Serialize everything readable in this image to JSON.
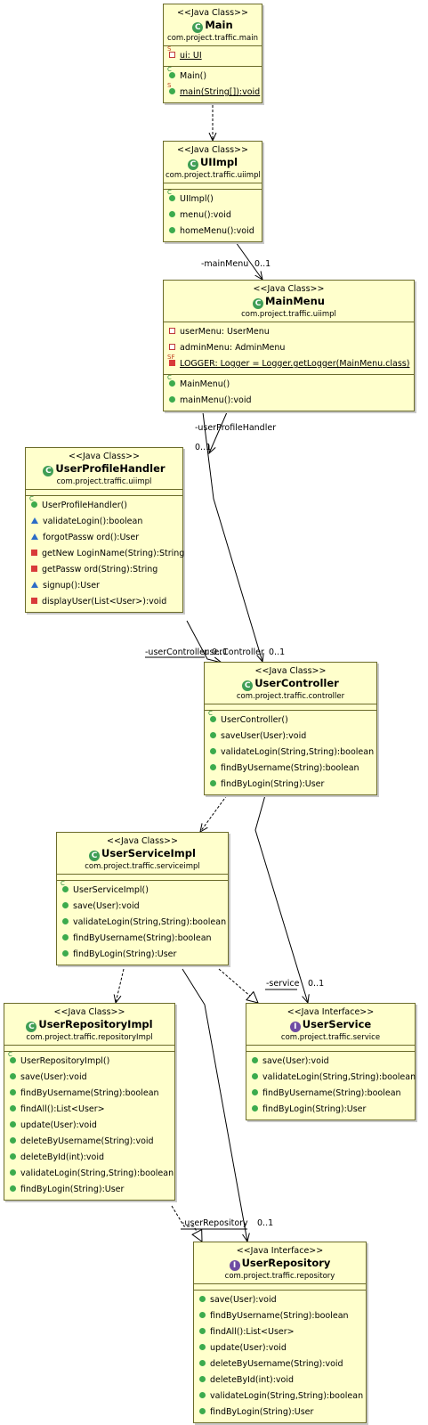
{
  "classes": {
    "main": {
      "stereotype": "<<Java Class>>",
      "name": "Main",
      "package": "com.project.traffic.main",
      "attributes": [
        {
          "text": "ui: UI",
          "vis": "private",
          "static": true
        }
      ],
      "methods": [
        {
          "text": "Main()",
          "vis": "public",
          "ctor": true
        },
        {
          "text": "main(String[]):void",
          "vis": "public",
          "static": true
        }
      ]
    },
    "uiimpl": {
      "stereotype": "<<Java Class>>",
      "name": "UIImpl",
      "package": "com.project.traffic.uiimpl",
      "methods": [
        {
          "text": "UIImpl()",
          "vis": "public",
          "ctor": true
        },
        {
          "text": "menu():void",
          "vis": "public"
        },
        {
          "text": "homeMenu():void",
          "vis": "public"
        }
      ]
    },
    "mainmenu": {
      "stereotype": "<<Java Class>>",
      "name": "MainMenu",
      "package": "com.project.traffic.uiimpl",
      "attributes": [
        {
          "text": "userMenu: UserMenu",
          "vis": "private"
        },
        {
          "text": "adminMenu: AdminMenu",
          "vis": "private"
        },
        {
          "text": "LOGGER: Logger = Logger.getLogger(MainMenu.class)",
          "vis": "private",
          "static": true,
          "final": true
        }
      ],
      "methods": [
        {
          "text": "MainMenu()",
          "vis": "public",
          "ctor": true
        },
        {
          "text": "mainMenu():void",
          "vis": "public"
        }
      ]
    },
    "userprofilehandler": {
      "stereotype": "<<Java Class>>",
      "name": "UserProfileHandler",
      "package": "com.project.traffic.uiimpl",
      "methods": [
        {
          "text": "UserProfileHandler()",
          "vis": "public",
          "ctor": true
        },
        {
          "text": "validateLogin():boolean",
          "vis": "protected"
        },
        {
          "text": "forgotPassw ord():User",
          "vis": "protected"
        },
        {
          "text": "getNew LoginName(String):String",
          "vis": "private"
        },
        {
          "text": "getPassw ord(String):String",
          "vis": "private"
        },
        {
          "text": "signup():User",
          "vis": "protected"
        },
        {
          "text": "displayUser(List<User>):void",
          "vis": "private"
        }
      ]
    },
    "usercontroller": {
      "stereotype": "<<Java Class>>",
      "name": "UserController",
      "package": "com.project.traffic.controller",
      "methods": [
        {
          "text": "UserController()",
          "vis": "public",
          "ctor": true
        },
        {
          "text": "saveUser(User):void",
          "vis": "public"
        },
        {
          "text": "validateLogin(String,String):boolean",
          "vis": "public"
        },
        {
          "text": "findByUsername(String):boolean",
          "vis": "public"
        },
        {
          "text": "findByLogin(String):User",
          "vis": "public"
        }
      ]
    },
    "userserviceimpl": {
      "stereotype": "<<Java Class>>",
      "name": "UserServiceImpl",
      "package": "com.project.traffic.serviceimpl",
      "methods": [
        {
          "text": "UserServiceImpl()",
          "vis": "public",
          "ctor": true
        },
        {
          "text": "save(User):void",
          "vis": "public"
        },
        {
          "text": "validateLogin(String,String):boolean",
          "vis": "public"
        },
        {
          "text": "findByUsername(String):boolean",
          "vis": "public"
        },
        {
          "text": "findByLogin(String):User",
          "vis": "public"
        }
      ]
    },
    "userrepositoryimpl": {
      "stereotype": "<<Java Class>>",
      "name": "UserRepositoryImpl",
      "package": "com.project.traffic.repositoryImpl",
      "methods": [
        {
          "text": "UserRepositoryImpl()",
          "vis": "public",
          "ctor": true
        },
        {
          "text": "save(User):void",
          "vis": "public"
        },
        {
          "text": "findByUsername(String):boolean",
          "vis": "public"
        },
        {
          "text": "findAll():List<User>",
          "vis": "public"
        },
        {
          "text": "update(User):void",
          "vis": "public"
        },
        {
          "text": "deleteByUsername(String):void",
          "vis": "public"
        },
        {
          "text": "deleteById(int):void",
          "vis": "public"
        },
        {
          "text": "validateLogin(String,String):boolean",
          "vis": "public"
        },
        {
          "text": "findByLogin(String):User",
          "vis": "public"
        }
      ]
    },
    "userservice": {
      "stereotype": "<<Java Interface>>",
      "name": "UserService",
      "package": "com.project.traffic.service",
      "interface": true,
      "methods": [
        {
          "text": "save(User):void",
          "vis": "public"
        },
        {
          "text": "validateLogin(String,String):boolean",
          "vis": "public"
        },
        {
          "text": "findByUsername(String):boolean",
          "vis": "public"
        },
        {
          "text": "findByLogin(String):User",
          "vis": "public"
        }
      ]
    },
    "userrepository": {
      "stereotype": "<<Java Interface>>",
      "name": "UserRepository",
      "package": "com.project.traffic.repository",
      "interface": true,
      "methods": [
        {
          "text": "save(User):void",
          "vis": "public"
        },
        {
          "text": "findByUsername(String):boolean",
          "vis": "public"
        },
        {
          "text": "findAll():List<User>",
          "vis": "public"
        },
        {
          "text": "update(User):void",
          "vis": "public"
        },
        {
          "text": "deleteByUsername(String):void",
          "vis": "public"
        },
        {
          "text": "deleteById(int):void",
          "vis": "public"
        },
        {
          "text": "validateLogin(String,String):boolean",
          "vis": "public"
        },
        {
          "text": "findByLogin(String):User",
          "vis": "public"
        }
      ]
    }
  },
  "labels": {
    "main_menu_role": "-mainMenu",
    "main_menu_mult": "0..1",
    "profile_handler_role": "-userProfileHandler",
    "profile_handler_mult": "0..1",
    "user_controller_role_a": "-userController",
    "user_controller_mult_a": "0..1",
    "user_controller_role_b": "-userController",
    "user_controller_mult_b": "0..1",
    "service_role": "-service",
    "service_mult": "0..1",
    "repository_role": "-userRepository",
    "repository_mult": "0..1"
  }
}
